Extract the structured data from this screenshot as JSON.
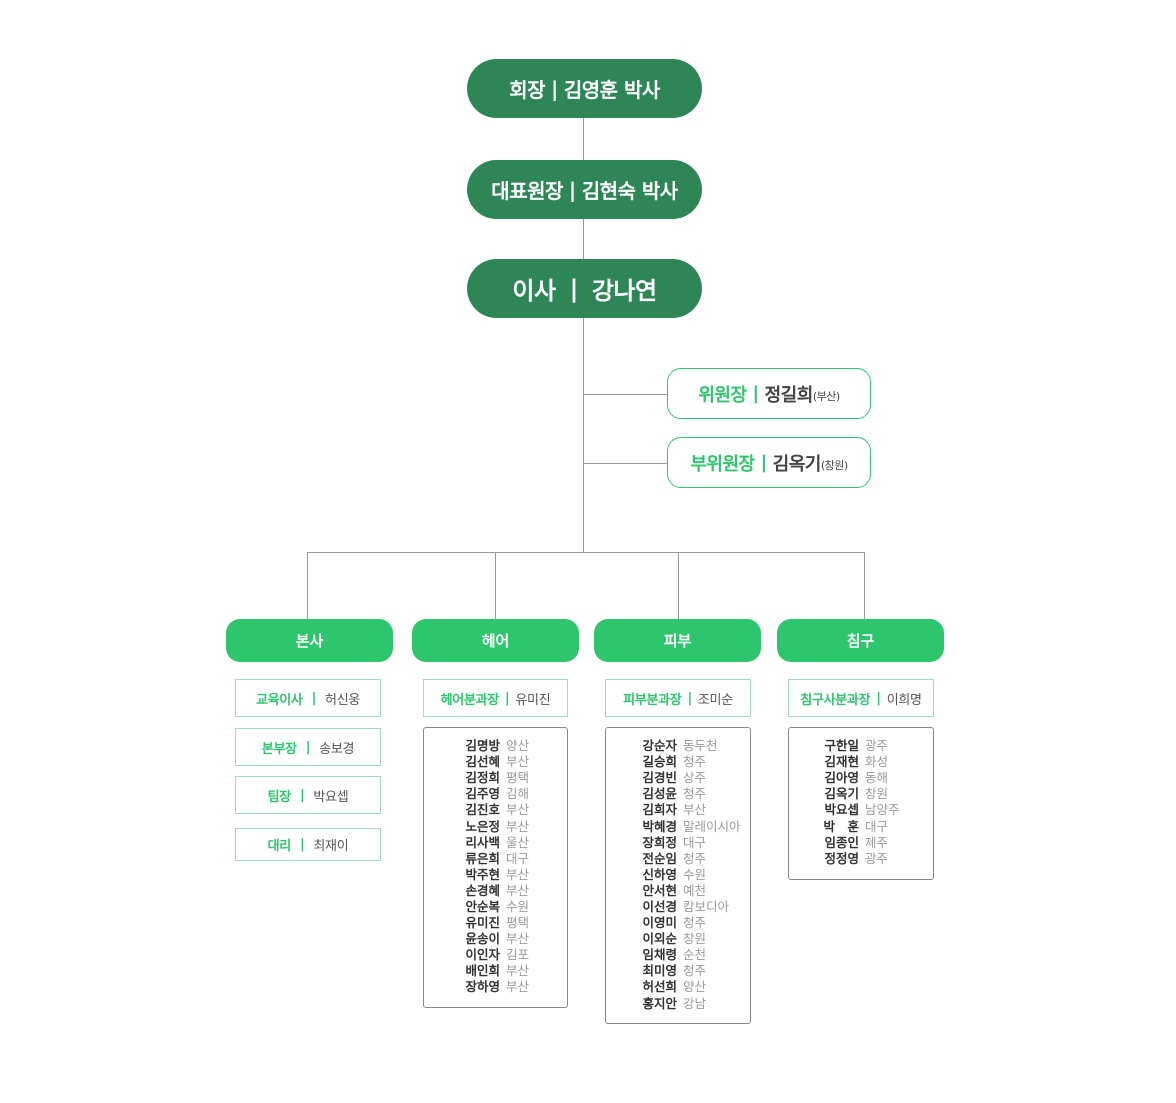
{
  "top": [
    {
      "role": "회장",
      "sep": "|",
      "name": "김영훈 박사"
    },
    {
      "role": "대표원장",
      "sep": "|",
      "name": "김현숙 박사"
    },
    {
      "role": "이사",
      "sep": "|",
      "name": "강나연"
    }
  ],
  "committee": [
    {
      "role": "위원장",
      "sep": "|",
      "name": "정길희",
      "loc": "(부산)"
    },
    {
      "role": "부위원장",
      "sep": "|",
      "name": "김옥기",
      "loc": "(창원)"
    }
  ],
  "departments": [
    {
      "name": "본사",
      "positions": [
        {
          "role": "교육이사",
          "sep": "|",
          "name": "허신웅"
        },
        {
          "role": "본부장",
          "sep": "|",
          "name": "송보경"
        },
        {
          "role": "팀장",
          "sep": "|",
          "name": "박요셉"
        },
        {
          "role": "대리",
          "sep": "|",
          "name": "최재이"
        }
      ],
      "members": []
    },
    {
      "name": "헤어",
      "positions": [
        {
          "role": "헤어분과장",
          "sep": "|",
          "name": "유미진"
        }
      ],
      "members": [
        {
          "name": "김명방",
          "place": "양산"
        },
        {
          "name": "김선혜",
          "place": "부산"
        },
        {
          "name": "김정희",
          "place": "평택"
        },
        {
          "name": "김주영",
          "place": "김해"
        },
        {
          "name": "김진호",
          "place": "부산"
        },
        {
          "name": "노은정",
          "place": "부산"
        },
        {
          "name": "리사백",
          "place": "울산"
        },
        {
          "name": "류은희",
          "place": "대구"
        },
        {
          "name": "박주현",
          "place": "부산"
        },
        {
          "name": "손경혜",
          "place": "부산"
        },
        {
          "name": "안순복",
          "place": "수원"
        },
        {
          "name": "유미진",
          "place": "평택"
        },
        {
          "name": "윤송이",
          "place": "부산"
        },
        {
          "name": "이인자",
          "place": "김포"
        },
        {
          "name": "배인희",
          "place": "부산"
        },
        {
          "name": "장하영",
          "place": "부산"
        }
      ]
    },
    {
      "name": "피부",
      "positions": [
        {
          "role": "피부분과장",
          "sep": "|",
          "name": "조미순"
        }
      ],
      "members": [
        {
          "name": "강순자",
          "place": "동두천"
        },
        {
          "name": "길승희",
          "place": "청주"
        },
        {
          "name": "김경빈",
          "place": "상주"
        },
        {
          "name": "김성윤",
          "place": "청주"
        },
        {
          "name": "김희자",
          "place": "부산"
        },
        {
          "name": "박혜경",
          "place": "말레이시아"
        },
        {
          "name": "장희정",
          "place": "대구"
        },
        {
          "name": "전순임",
          "place": "청주"
        },
        {
          "name": "신하영",
          "place": "수원"
        },
        {
          "name": "안서현",
          "place": "예천"
        },
        {
          "name": "이선경",
          "place": "캄보디아"
        },
        {
          "name": "이영미",
          "place": "청주"
        },
        {
          "name": "이외순",
          "place": "창원"
        },
        {
          "name": "임채령",
          "place": "순천"
        },
        {
          "name": "최미영",
          "place": "청주"
        },
        {
          "name": "허선희",
          "place": "양산"
        },
        {
          "name": "홍지안",
          "place": "강남"
        }
      ]
    },
    {
      "name": "침구",
      "positions": [
        {
          "role": "침구사분과장",
          "sep": "|",
          "name": "이희명"
        }
      ],
      "members": [
        {
          "name": "구한일",
          "place": "광주"
        },
        {
          "name": "김재현",
          "place": "화성"
        },
        {
          "name": "김아영",
          "place": "동해"
        },
        {
          "name": "김옥기",
          "place": "창원"
        },
        {
          "name": "박요셉",
          "place": "남양주"
        },
        {
          "name": "박　훈",
          "place": "대구"
        },
        {
          "name": "임종인",
          "place": "제주"
        },
        {
          "name": "정정영",
          "place": "광주"
        }
      ]
    }
  ]
}
